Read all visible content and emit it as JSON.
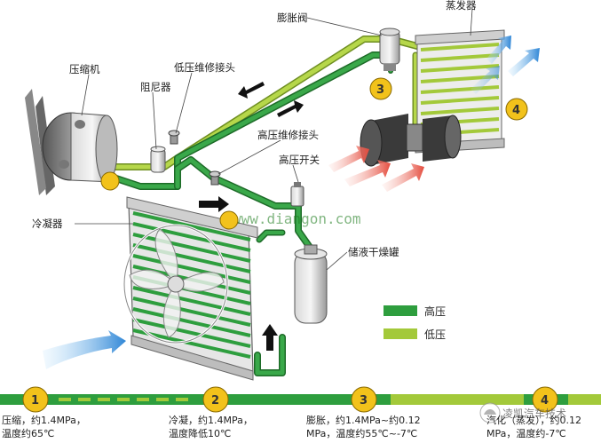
{
  "labels": {
    "compressor": "压缩机",
    "low_service": "低压维修接头",
    "damper": "阻尼器",
    "condenser": "冷凝器",
    "high_service": "高压维修接头",
    "high_switch": "高压开关",
    "receiver": "储液干燥罐",
    "expansion_valve": "膨胀阀",
    "evaporator": "蒸发器"
  },
  "watermark": "www.diangon.com",
  "legend": {
    "high": "高压",
    "low": "低压"
  },
  "colors": {
    "high_pressure": "#2e9e3e",
    "low_pressure": "#a3c93a",
    "cold_arrow": "#3a8fd8",
    "hot_arrow": "#e8574a",
    "marker": "#f2c21b"
  },
  "markers": [
    "1",
    "2",
    "3",
    "4"
  ],
  "steps": [
    {
      "num": "1",
      "line1": "压缩，约1.4MPa，",
      "line2": "温度约65℃"
    },
    {
      "num": "2",
      "line1": "冷凝，约1.4MPa，",
      "line2": "温度降低10℃"
    },
    {
      "num": "3",
      "line1": "膨胀，约1.4MPa~约0.12",
      "line2": "MPa，温度约55℃~-7℃"
    },
    {
      "num": "4",
      "line1": "汽化（蒸发），约0.12",
      "line2": "MPa，温度约-7℃"
    }
  ],
  "brand": "凌凯汽车技术"
}
